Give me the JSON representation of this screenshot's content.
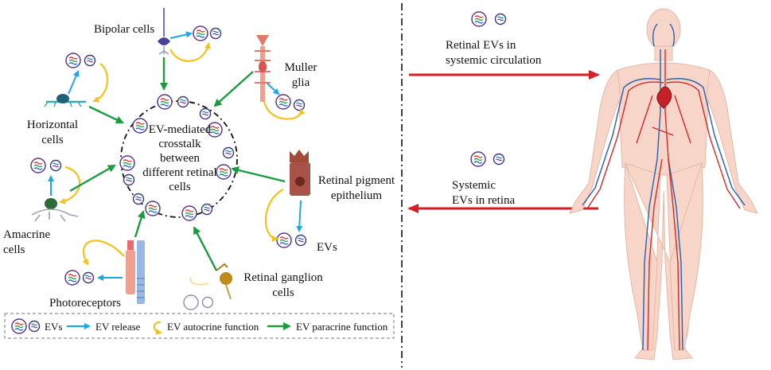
{
  "labels": {
    "bipolar": "Bipolar cells",
    "muller_1": "Muller",
    "muller_2": "glia",
    "horizontal_1": "Horizontal",
    "horizontal_2": "cells",
    "amacrine_1": "Amacrine",
    "amacrine_2": "cells",
    "rpe_1": "Retinal pigment",
    "rpe_2": "epithelium",
    "evs_side": "EVs",
    "ganglion_1": "Retinal ganglion",
    "ganglion_2": "cells",
    "photoreceptors": "Photoreceptors",
    "center_1": "EV-mediated",
    "center_2": "crosstalk",
    "center_3": "between",
    "center_4": "different retinal",
    "center_5": "cells",
    "circulation_1": "Retinal EVs in",
    "circulation_2": "systemic circulation",
    "systemic_1": "Systemic",
    "systemic_2": "EVs in retina"
  },
  "legend": {
    "evs": "EVs",
    "release": "EV release",
    "autocrine": "EV autocrine function",
    "paracrine": "EV paracrine function"
  },
  "colors": {
    "release_arrow": "#1ea7e6",
    "autocrine_arrow": "#f3c31b",
    "paracrine_arrow": "#1a9c3e",
    "systemic_arrow": "#d81f26",
    "artery": "#d32a2a",
    "vein": "#2a5fb0",
    "skin": "#f7d6c9"
  },
  "icons": [
    "ev-vesicle-icon",
    "bipolar-cell-icon",
    "muller-glia-icon",
    "horizontal-cell-icon",
    "amacrine-cell-icon",
    "rpe-cell-icon",
    "ganglion-cell-icon",
    "photoreceptor-icon",
    "human-body-icon"
  ]
}
